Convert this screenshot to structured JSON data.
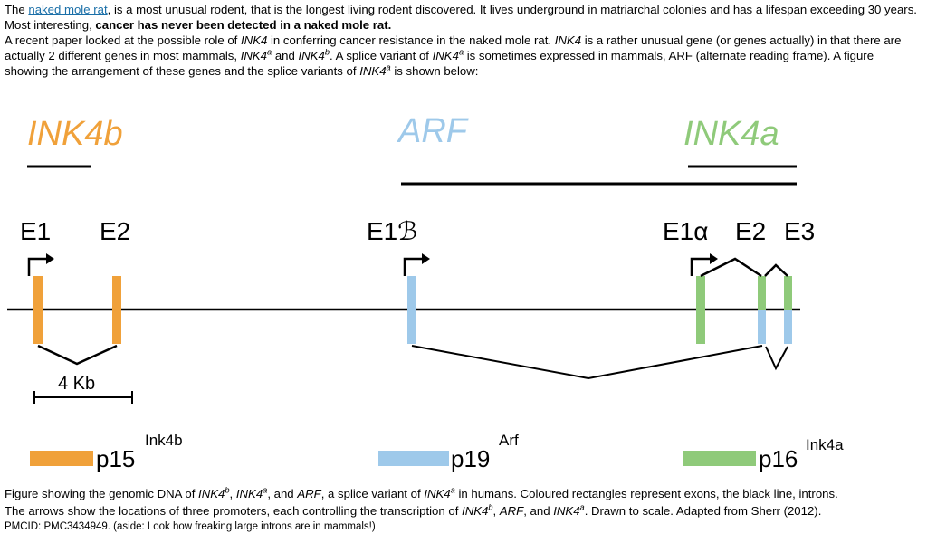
{
  "intro": {
    "link_text": "naked mole rat",
    "l1_pre": "The ",
    "l1_post": ", is a most unusual rodent, that is the longest living rodent discovered. It lives underground in matriarchal colonies and has a lifespan exceeding 30 years.  Most interesting, ",
    "l1_bold": "cancer has never been detected in a naked mole rat",
    "l2_a": "A recent paper looked at the possible role of ",
    "ink4": "INK4",
    "l2_b": " in conferring cancer resistance in the naked mole rat.  ",
    "l2_c": " is a rather unusual gene (or genes actually) in that there are actually 2 different genes in most mammals, ",
    "ink4_base": "INK4",
    "sup_a": "a",
    "sup_b": "b",
    "and": " and ",
    "l2_d": ". A splice variant of ",
    "l2_e": " is sometimes expressed in mammals, ARF (alternate reading frame).  A figure showing the arrangement of these genes and the splice variants  of ",
    "l2_f": " is shown below:"
  },
  "diagram": {
    "gene_labels": {
      "ink4b": "INK4b",
      "arf": "ARF",
      "ink4a": "INK4a"
    },
    "exon_labels": {
      "e1": "E1",
      "e2": "E2",
      "e1b": "E1ℬ",
      "e1a": "E1α",
      "e2b": "E2",
      "e3": "E3"
    },
    "scale_label": "4 Kb",
    "legend": [
      {
        "name": "p15",
        "sup": "Ink4b",
        "color": "#f0a13a"
      },
      {
        "name": "p19",
        "sup": "Arf",
        "color": "#9ec9ea"
      },
      {
        "name": "p16",
        "sup": "Ink4a",
        "color": "#8fca7a"
      }
    ],
    "colors": {
      "ink4b": "#f0a13a",
      "arf": "#9ec9ea",
      "ink4a": "#8fca7a",
      "arf_label": "#9ec9ea",
      "ink4b_label": "#f0a13a",
      "ink4a_label": "#8fca7a"
    }
  },
  "caption": {
    "c1_a": "Figure showing the genomic DNA of ",
    "c1_b": ", ",
    "c1_c": ", and ",
    "arf": "ARF",
    "c1_d": ", a splice variant of ",
    "c1_e": " in humans. Coloured rectangles represent exons, the black line, introns.",
    "c2_a": " The arrows show the locations of three promoters, each controlling the transcription of ",
    "c2_b": ", ",
    "c2_c": ", and ",
    "c2_d": ".  Drawn to scale.  Adapted from Sherr (2012).",
    "c3": " PMCID: PMC3434949. (aside:  Look how freaking large introns are in mammals!)"
  }
}
